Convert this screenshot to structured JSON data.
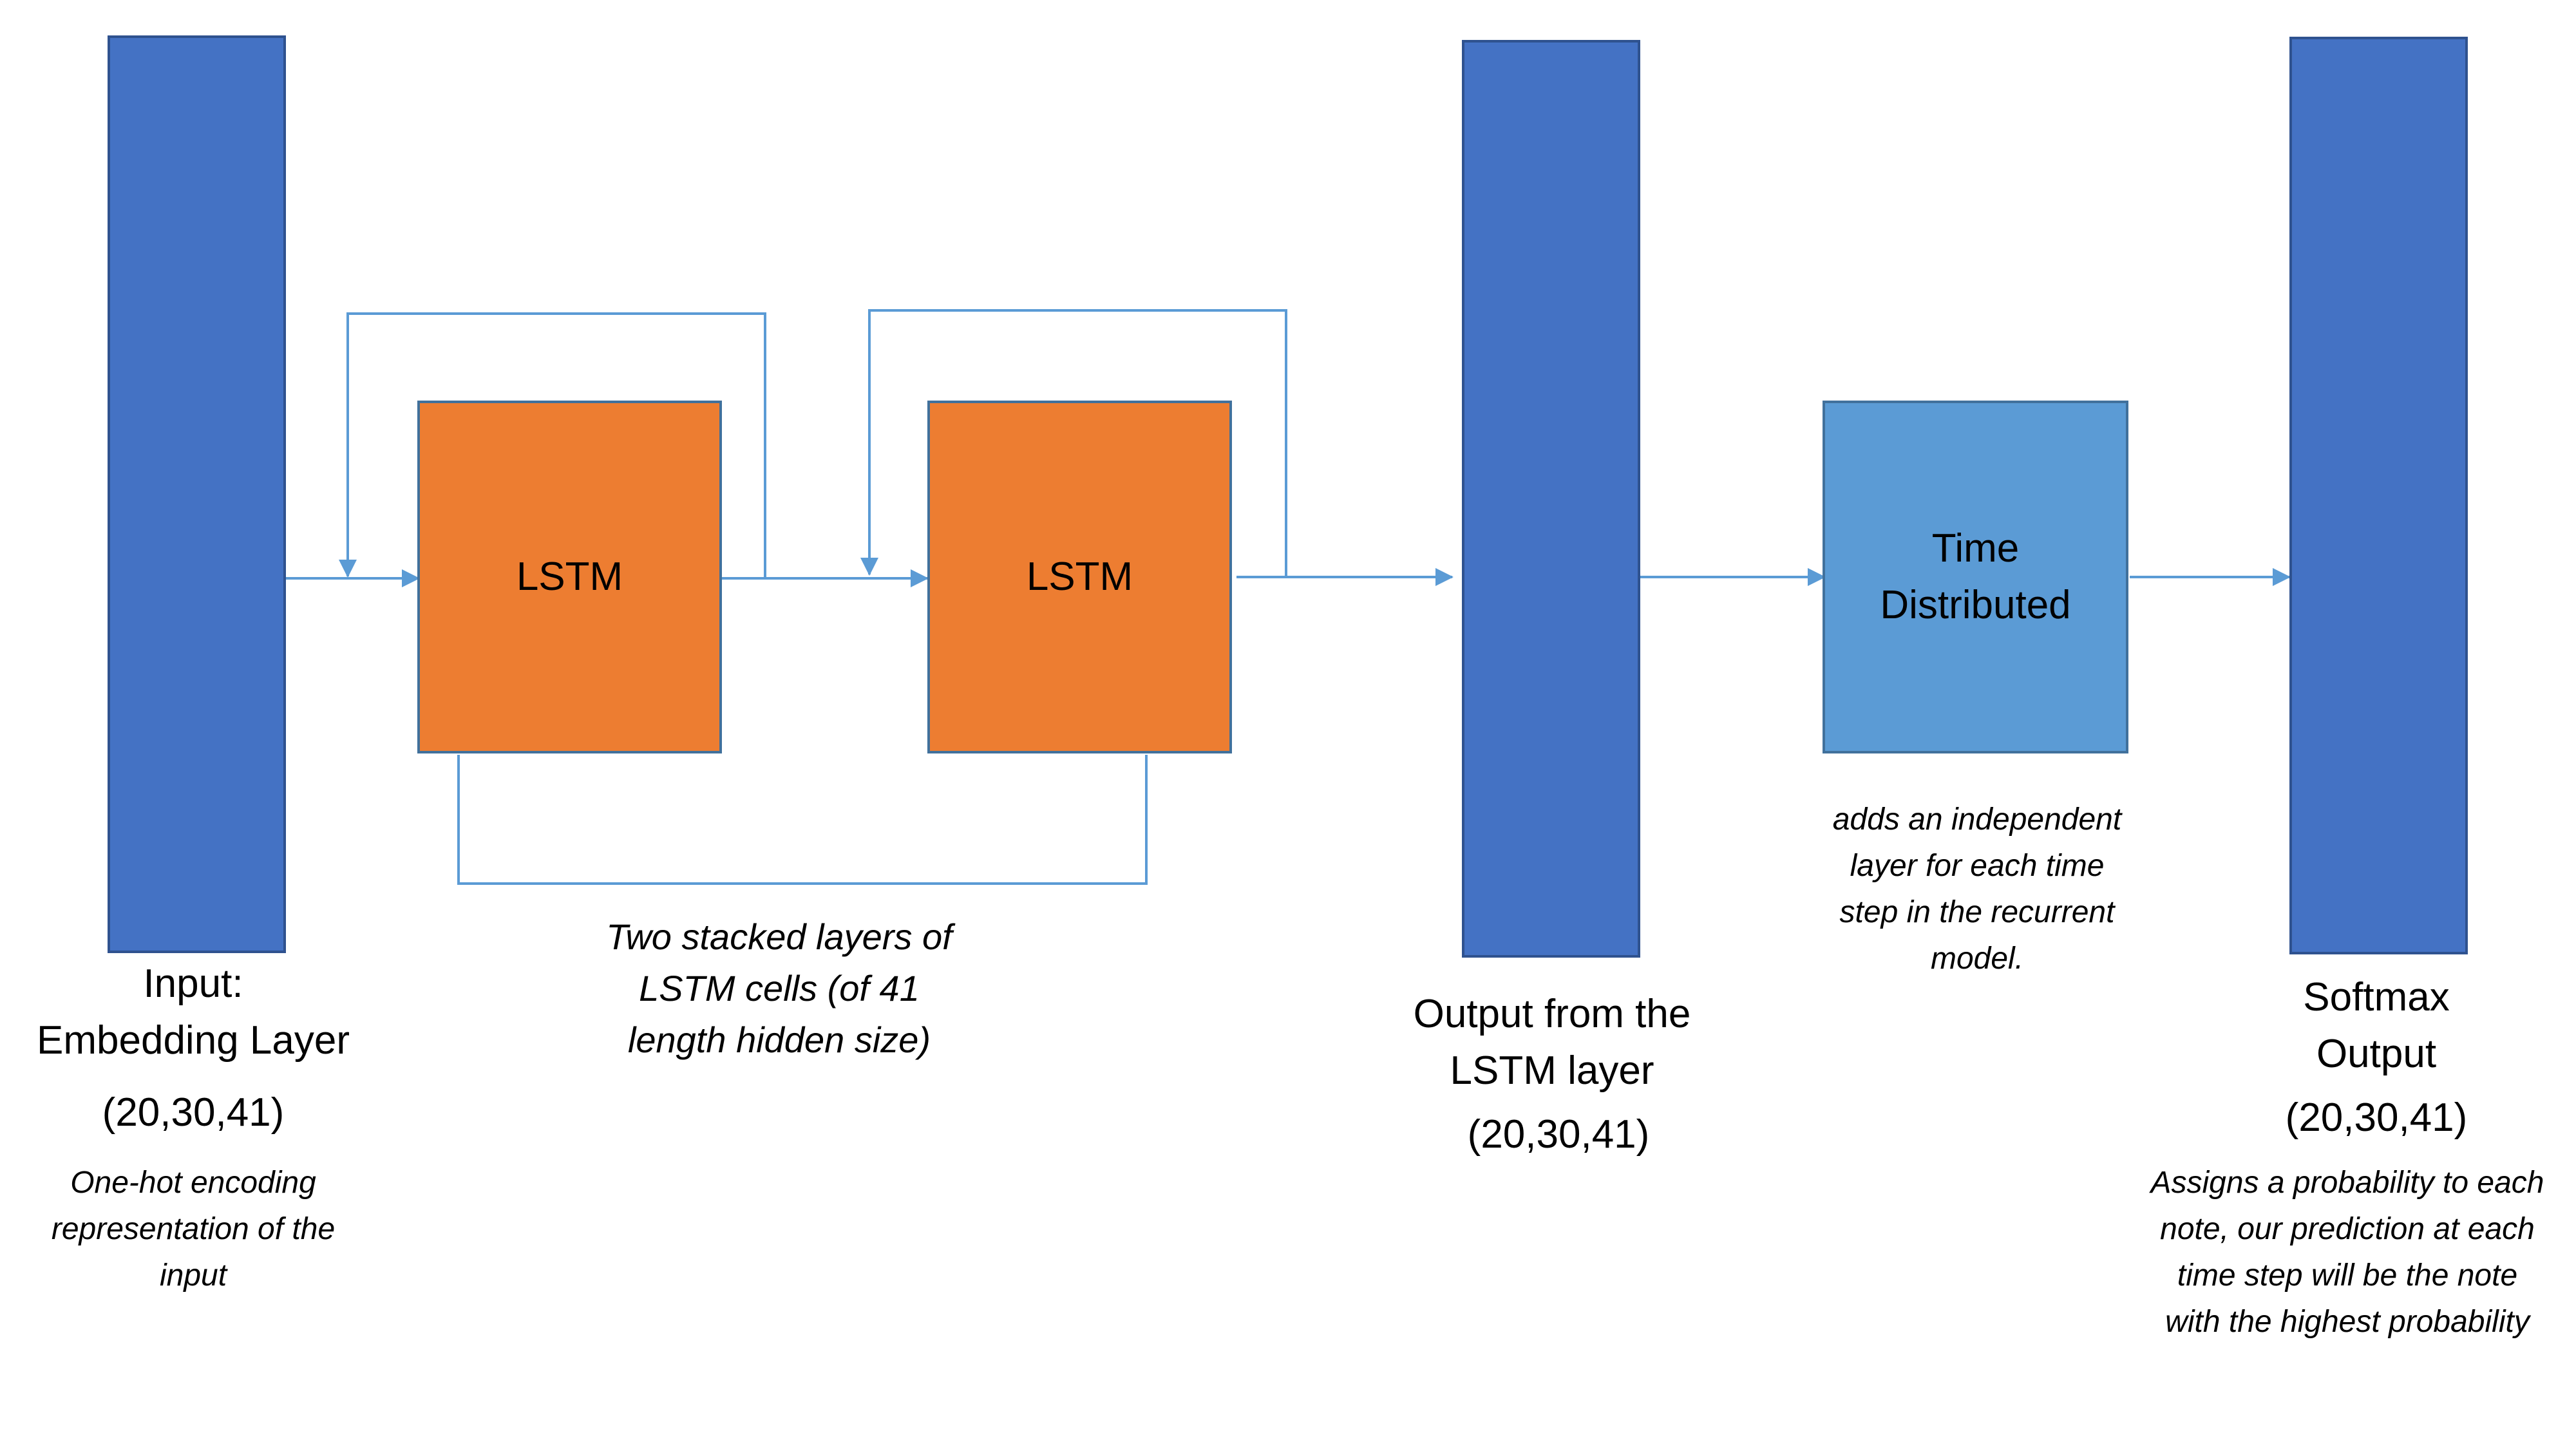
{
  "colors": {
    "layer_bar": "#4472C4",
    "lstm_box": "#ED7D31",
    "time_distributed_box": "#5B9BD5",
    "connector": "#5B9BD5"
  },
  "input": {
    "label": "Input:\nEmbedding  Layer",
    "shape": "(20,30,41)",
    "note": "One-hot  encoding\nrepresentation of the\ninput"
  },
  "lstm_stack": {
    "cell1_label": "LSTM",
    "cell2_label": "LSTM",
    "note": "Two stacked  layers of\nLSTM cells (of 41\nlength hidden size)"
  },
  "lstm_output": {
    "label": "Output  from the\nLSTM layer",
    "shape": "(20,30,41)"
  },
  "time_distributed": {
    "label": "Time\nDistributed",
    "note": "adds an independent\nlayer for each time\nstep in the recurrent\nmodel."
  },
  "softmax": {
    "label": "Softmax\nOutput",
    "shape": "(20,30,41)",
    "note": "Assigns  a probability  to each\nnote, our prediction at each\ntime step will be the note\nwith the highest  probability"
  }
}
